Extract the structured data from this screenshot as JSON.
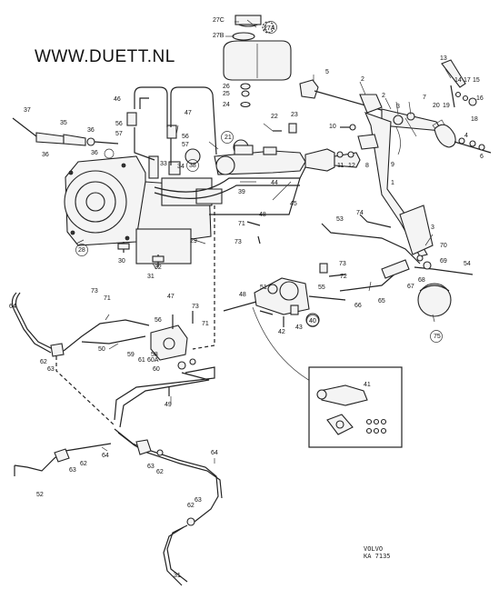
{
  "watermark": "WWW.DUETT.NL",
  "credit": [
    "VOLVO",
    "KA 7135"
  ],
  "labels": {
    "l27c": "27C",
    "l27a": "27A",
    "l27b": "27B",
    "l26": "26",
    "l25": "25",
    "l24": "24",
    "l46": "46",
    "l47": "47",
    "l37": "37",
    "l35": "35",
    "l36a": "36",
    "l36b": "36",
    "l36c": "36",
    "l56a": "56",
    "l57a": "57",
    "l56b": "56",
    "l57b": "57",
    "l21": "21",
    "l22": "22",
    "l23": "23",
    "l10": "10",
    "l5": "5",
    "l2a": "2",
    "l2b": "2",
    "l13": "13",
    "l14": "14",
    "l17": "17",
    "l15": "15",
    "l16": "16",
    "l18": "18",
    "l7": "7",
    "l20": "20",
    "l19": "19",
    "l4": "4",
    "l6": "6",
    "l3a": "3",
    "l3b": "3",
    "l11": "11",
    "l12": "12",
    "l8": "8",
    "l9": "9",
    "l1": "1",
    "l33": "33",
    "l34": "34",
    "l38": "38",
    "l39": "39",
    "l44": "44",
    "l45": "45",
    "l28": "28",
    "l29": "29",
    "l30": "30",
    "l31": "31",
    "l32": "32",
    "l48a": "48",
    "l71a": "71",
    "l73a": "73",
    "l53": "53",
    "l74": "74",
    "l70": "70",
    "l69": "69",
    "l54": "54",
    "l68": "68",
    "l67": "67",
    "l65": "65",
    "l75": "75",
    "l73b": "73",
    "l72": "72",
    "l48b": "48",
    "l51": "51",
    "l55": "55",
    "l66": "66",
    "l42": "42",
    "l43": "43",
    "l40": "40",
    "l41": "41",
    "l64a": "64",
    "l73c": "73",
    "l71b": "71",
    "l50": "50",
    "l62a": "62",
    "l63a": "63",
    "l47b": "47",
    "l56c": "56",
    "l73d": "73",
    "l71c": "71",
    "l59": "59",
    "l58": "58",
    "l61": "61",
    "l60a": "60A",
    "l60": "60",
    "l49": "49",
    "l64b": "64",
    "l62b": "62",
    "l63b": "63",
    "l52": "52",
    "l63c": "63",
    "l62c": "62",
    "l64c": "64",
    "l62d": "62",
    "l63d": "63",
    "l31b": "31"
  },
  "colors": {
    "line": "#222222",
    "background": "#ffffff"
  }
}
